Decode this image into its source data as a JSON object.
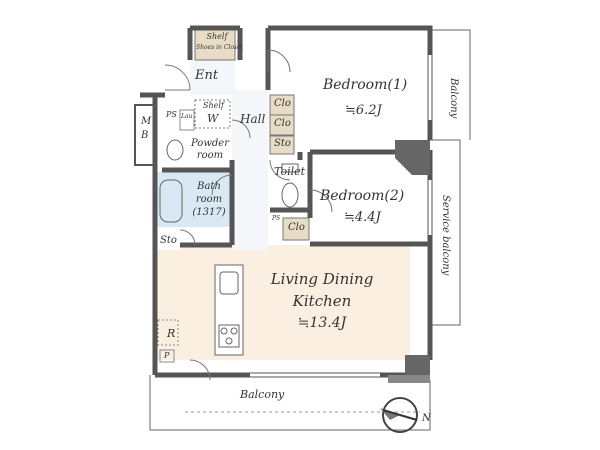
{
  "labels": {
    "shelf_top": "Shelf",
    "shoes_closet": "Shoes in Closet",
    "entrance": "Ent",
    "ps_left": "PS",
    "ps_right": "PS",
    "lau": "Lau",
    "shelf_w": "Shelf",
    "w": "W",
    "mb": "M\nB",
    "hall": "Hall",
    "powder_room": "Powder\nroom",
    "bath_room": "Bath\nroom\n(1317)",
    "toilet": "Toilet",
    "sto_left": "Sto",
    "sto_mid": "Sto",
    "clo_1": "Clo",
    "clo_2": "Clo",
    "clo_3": "Clo",
    "bedroom1": "Bedroom(1)",
    "bedroom1_area": "≒6.2J",
    "bedroom2": "Bedroom(2)",
    "bedroom2_area": "≒4.4J",
    "ldk": "Living Dining\nKitchen",
    "ldk_area": "≒13.4J",
    "r": "R",
    "p": "P",
    "balcony_bottom": "Balcony",
    "balcony_right": "Balcony",
    "service_balcony": "Service balcony",
    "north": "N"
  },
  "colors": {
    "wall": "#555555",
    "floor_wood": "#fbefe1",
    "floor_tile": "#f4f6f9",
    "room_white": "#ffffff",
    "bath_blue": "#d9e9f3",
    "closet_tan": "#e8dcc6"
  }
}
